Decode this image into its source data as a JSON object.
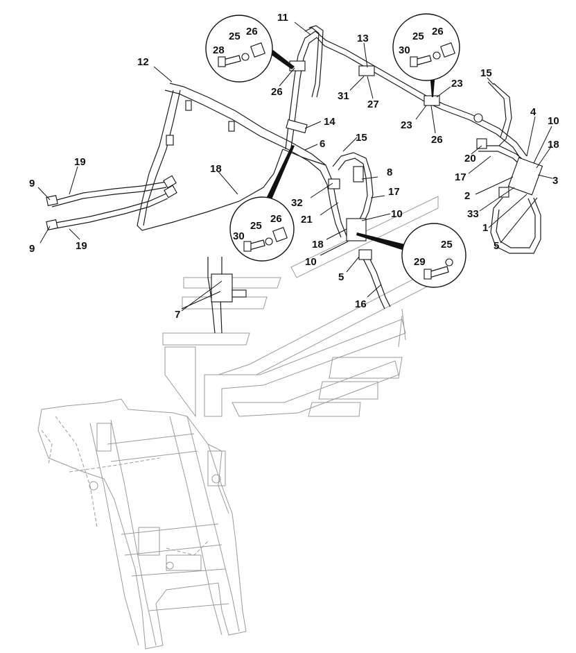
{
  "callouts": [
    {
      "id": "c11a",
      "label": "11"
    },
    {
      "id": "c13",
      "label": "13"
    },
    {
      "id": "c12",
      "label": "12"
    },
    {
      "id": "c15a",
      "label": "15"
    },
    {
      "id": "c4",
      "label": "4"
    },
    {
      "id": "c10a",
      "label": "10"
    },
    {
      "id": "c18a",
      "label": "18"
    },
    {
      "id": "c3",
      "label": "3"
    },
    {
      "id": "c23a",
      "label": "23"
    },
    {
      "id": "c23b",
      "label": "23"
    },
    {
      "id": "c26a",
      "label": "26"
    },
    {
      "id": "c26b",
      "label": "26"
    },
    {
      "id": "c31",
      "label": "31"
    },
    {
      "id": "c27",
      "label": "27"
    },
    {
      "id": "c14",
      "label": "14"
    },
    {
      "id": "c6",
      "label": "6"
    },
    {
      "id": "c15b",
      "label": "15"
    },
    {
      "id": "c20",
      "label": "20"
    },
    {
      "id": "c17a",
      "label": "17"
    },
    {
      "id": "c2",
      "label": "2"
    },
    {
      "id": "c33",
      "label": "33"
    },
    {
      "id": "c1",
      "label": "1"
    },
    {
      "id": "c5a",
      "label": "5"
    },
    {
      "id": "c19a",
      "label": "19"
    },
    {
      "id": "c9a",
      "label": "9"
    },
    {
      "id": "c9b",
      "label": "9"
    },
    {
      "id": "c19b",
      "label": "19"
    },
    {
      "id": "c18b",
      "label": "18"
    },
    {
      "id": "c8",
      "label": "8"
    },
    {
      "id": "c17b",
      "label": "17"
    },
    {
      "id": "c32",
      "label": "32"
    },
    {
      "id": "c21",
      "label": "21"
    },
    {
      "id": "c10b",
      "label": "10"
    },
    {
      "id": "c18c",
      "label": "18"
    },
    {
      "id": "c10c",
      "label": "10"
    },
    {
      "id": "c5b",
      "label": "5"
    },
    {
      "id": "c16",
      "label": "16"
    },
    {
      "id": "c7",
      "label": "7"
    }
  ],
  "details": [
    {
      "id": "d1",
      "labels": {
        "a": "25",
        "b": "26",
        "c": "28"
      }
    },
    {
      "id": "d2",
      "labels": {
        "a": "25",
        "b": "26",
        "c": "30"
      }
    },
    {
      "id": "d3",
      "labels": {
        "a": "25",
        "b": "26",
        "c": "30"
      }
    },
    {
      "id": "d4",
      "labels": {
        "a": "25",
        "c": "29"
      }
    }
  ]
}
